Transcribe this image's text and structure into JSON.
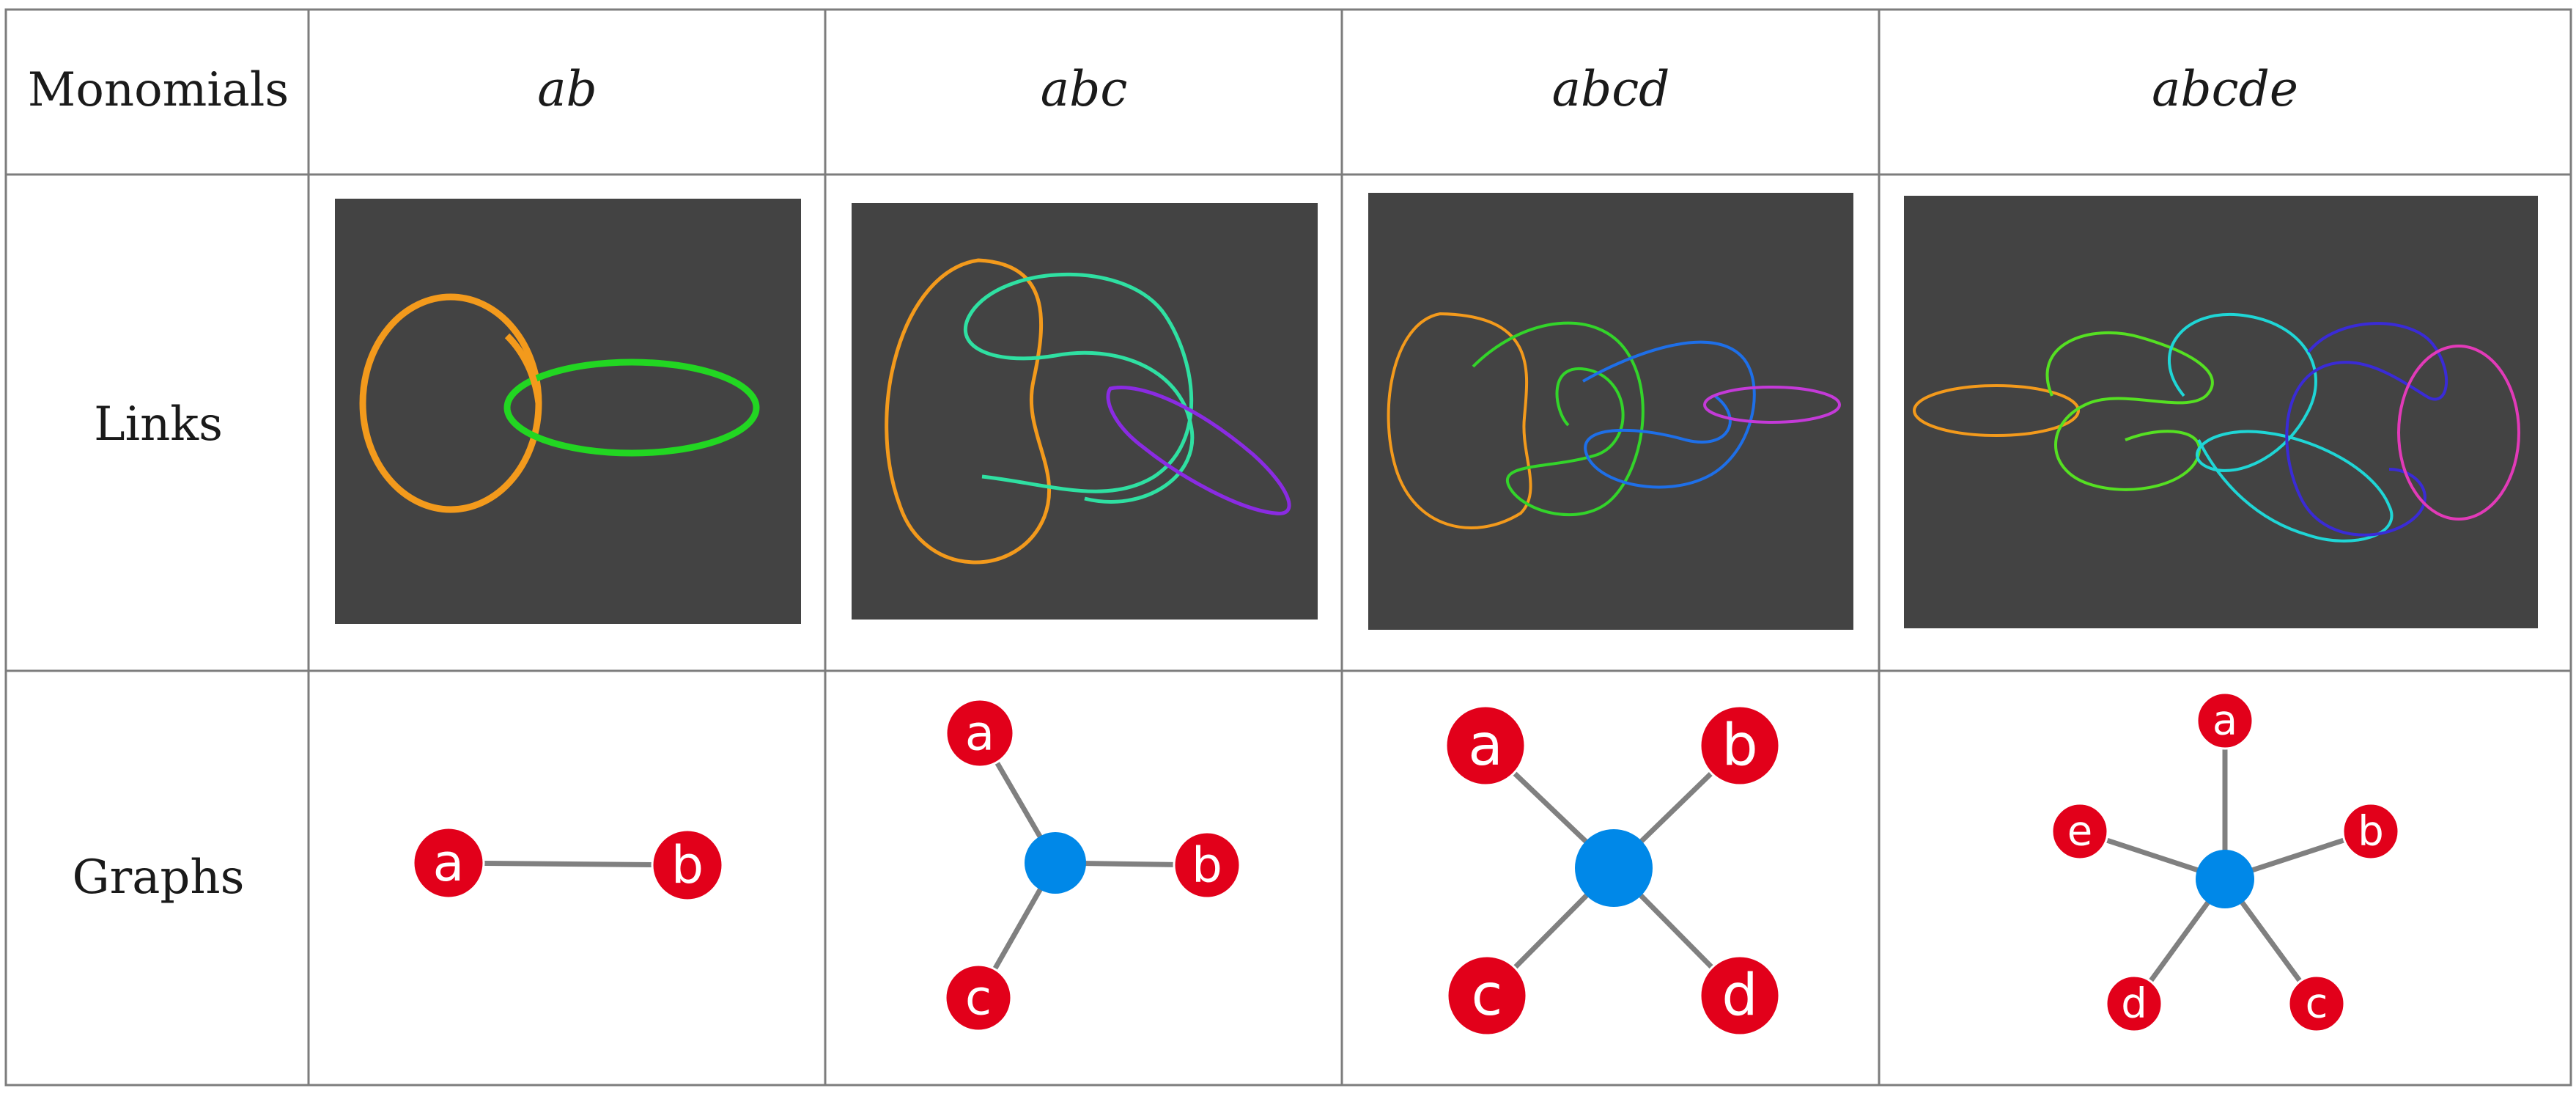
{
  "table": {
    "row_headers": {
      "monomials": "Monomials",
      "links": "Links",
      "graphs": "Graphs"
    },
    "columns": [
      {
        "monomial": "ab",
        "nodes": [
          "a",
          "b"
        ],
        "hub": false,
        "link_colors": [
          "#f39a1c",
          "#22d622"
        ]
      },
      {
        "monomial": "abc",
        "nodes": [
          "a",
          "b",
          "c"
        ],
        "hub": true,
        "link_colors": [
          "#f39a1c",
          "#2fe0a2",
          "#8a2be2"
        ]
      },
      {
        "monomial": "abcd",
        "nodes": [
          "a",
          "b",
          "c",
          "d"
        ],
        "hub": true,
        "link_colors": [
          "#f39a1c",
          "#33d42a",
          "#1e6fe8",
          "#c43ad8"
        ]
      },
      {
        "monomial": "abcde",
        "nodes": [
          "a",
          "b",
          "c",
          "d",
          "e"
        ],
        "hub": true,
        "link_colors": [
          "#f39a1c",
          "#55e022",
          "#1fd6d6",
          "#3a2bd6",
          "#e23ab8"
        ]
      }
    ]
  },
  "colors": {
    "grid": "#7d7d7d",
    "link_panel_bg": "#434343",
    "node_red": "#e2001a",
    "hub_blue": "#0088e8",
    "edge_gray": "#808080"
  }
}
